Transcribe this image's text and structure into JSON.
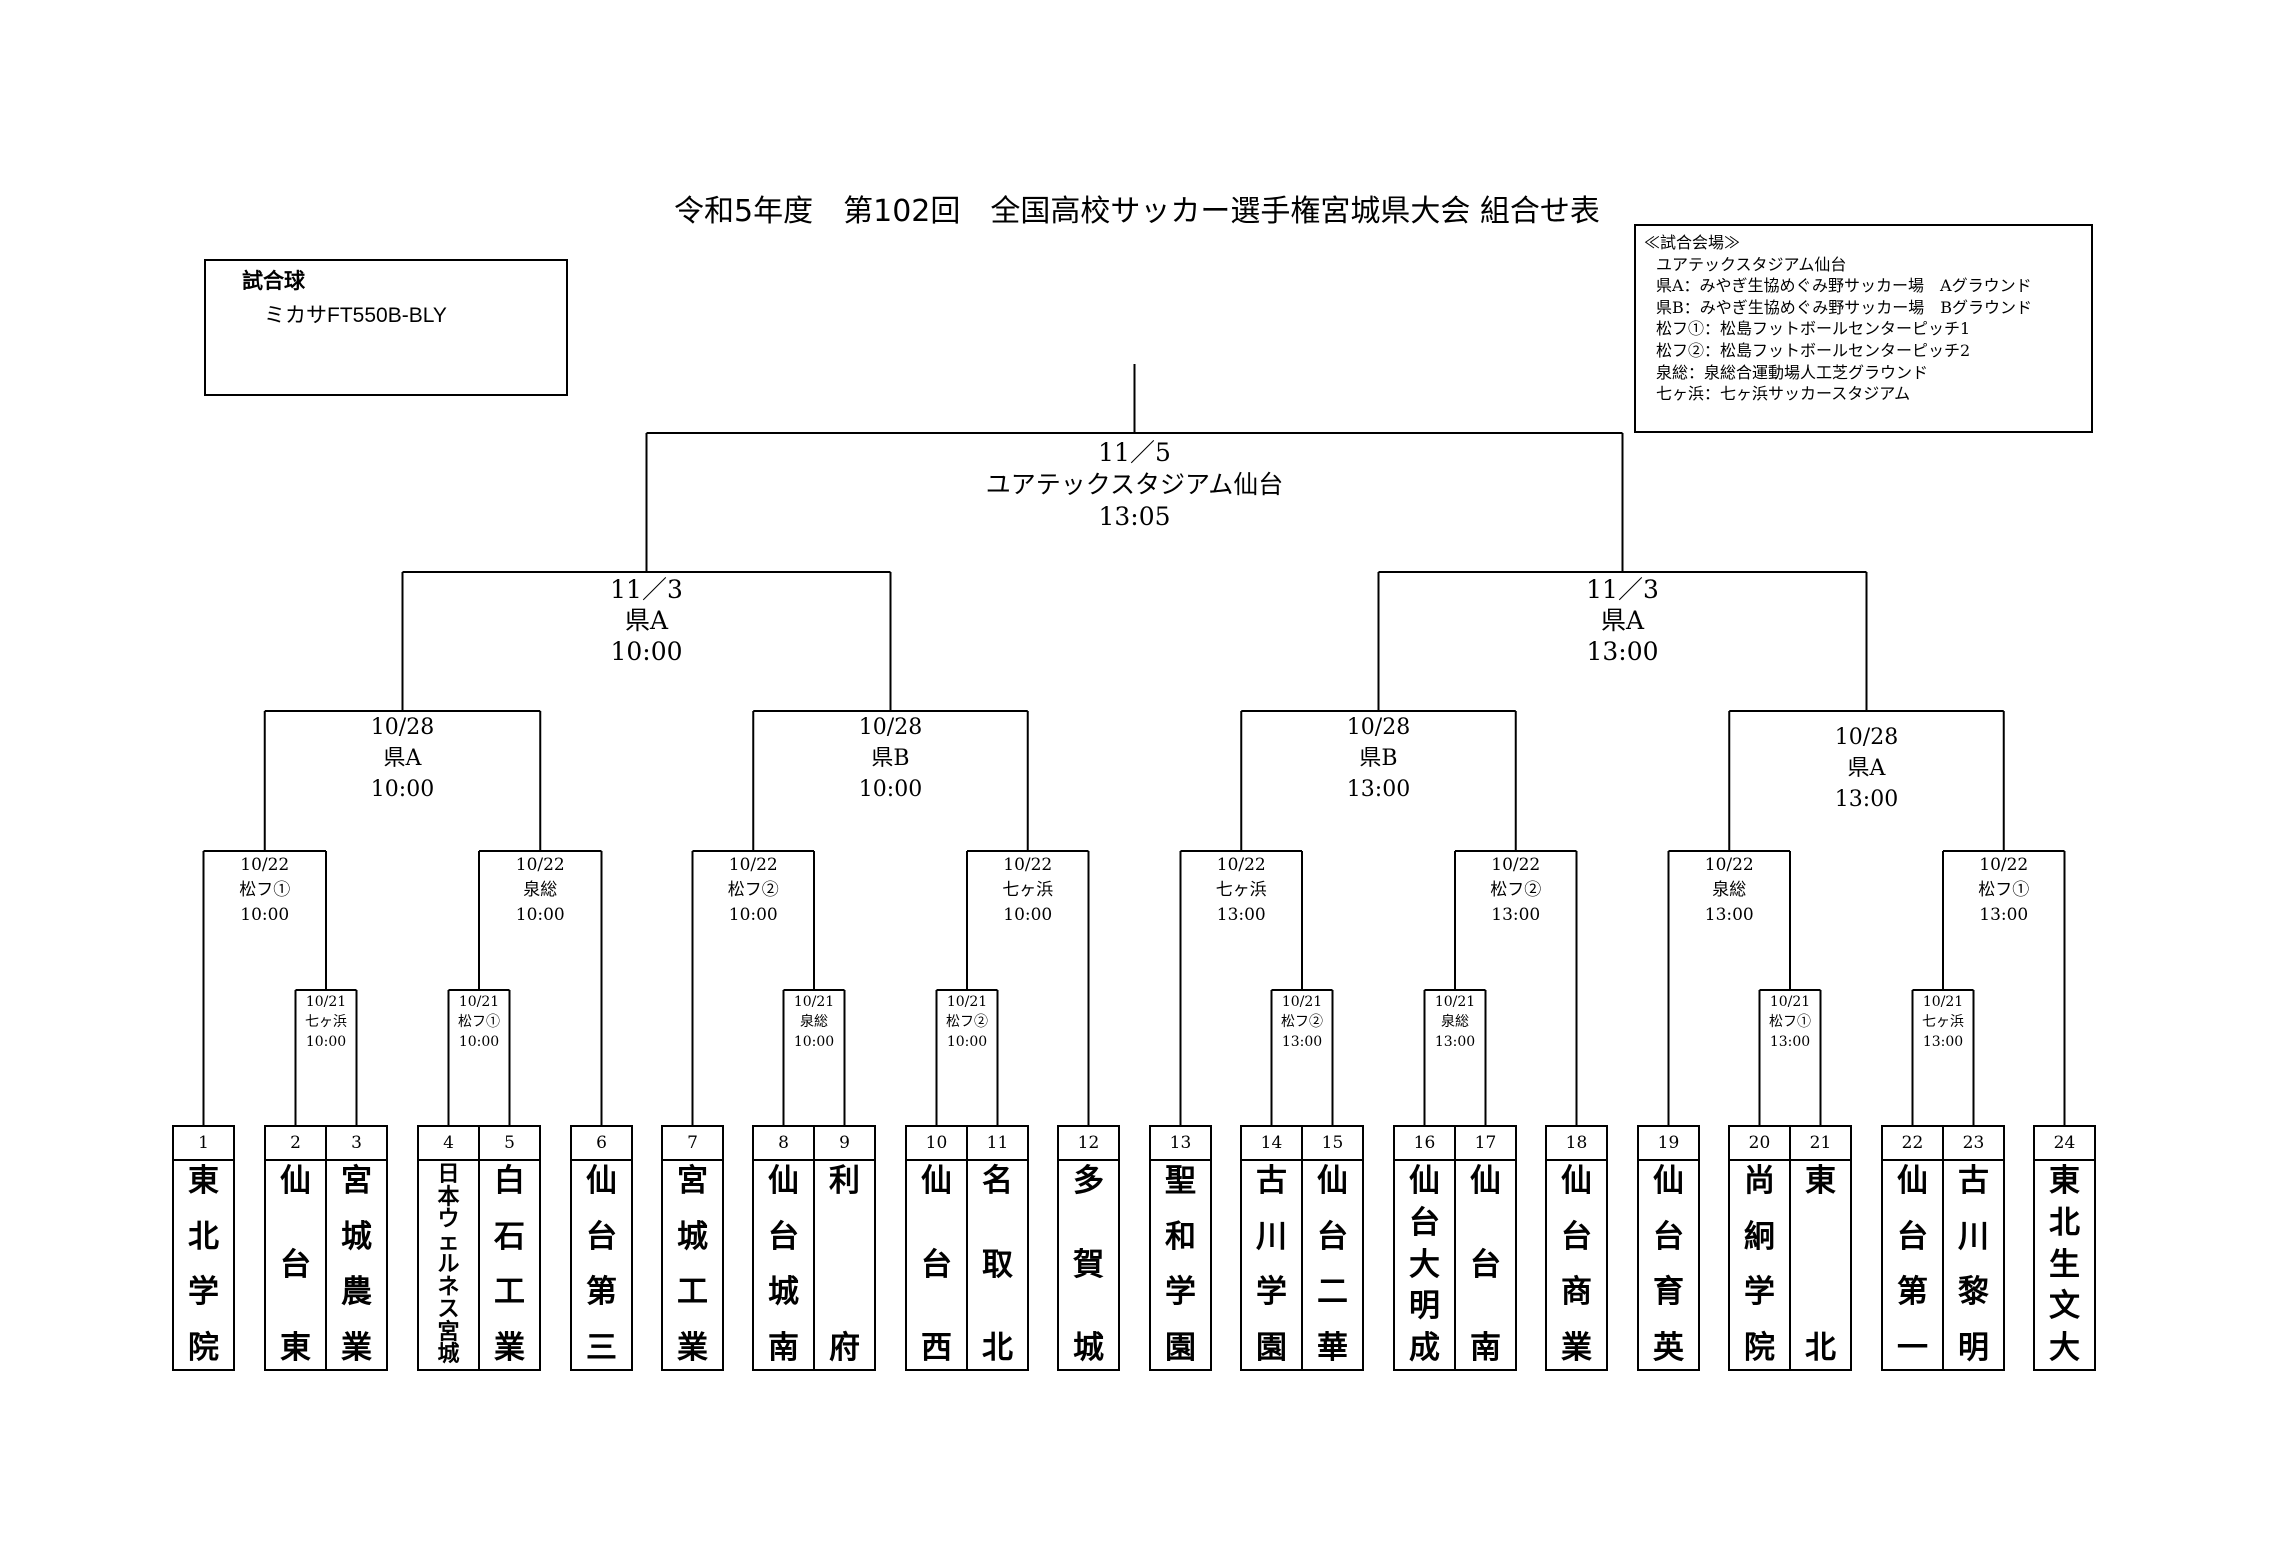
{
  "title": "令和5年度　第102回　全国高校サッカー選手権宮城県大会 組合せ表",
  "match_ball": {
    "heading": "試合球",
    "value": "ミカサFT550B-BLY"
  },
  "venues": {
    "heading": "≪試合会場≫",
    "items": [
      "ユアテックスタジアム仙台",
      "県A：みやぎ生協めぐみ野サッカー場　Aグラウンド",
      "県B：みやぎ生協めぐみ野サッカー場　Bグラウンド",
      "松フ①：松島フットボールセンターピッチ1",
      "松フ②：松島フットボールセンターピッチ2",
      "泉総：泉総合運動場人工芝グラウンド",
      "七ヶ浜：七ヶ浜サッカースタジアム"
    ]
  },
  "final": {
    "date": "11／5",
    "venue": "ユアテックスタジアム仙台",
    "time": "13:05"
  },
  "semifinals": [
    {
      "date": "11／3",
      "venue": "県A",
      "time": "10:00"
    },
    {
      "date": "11／3",
      "venue": "県A",
      "time": "13:00"
    }
  ],
  "quarterfinals": [
    {
      "date": "10/28",
      "venue": "県A",
      "time": "10:00"
    },
    {
      "date": "10/28",
      "venue": "県B",
      "time": "10:00"
    },
    {
      "date": "10/28",
      "venue": "県B",
      "time": "13:00"
    },
    {
      "date": "10/28",
      "venue": "県A",
      "time": "13:00"
    }
  ],
  "round2": [
    {
      "date": "10/22",
      "venue": "松フ①",
      "time": "10:00"
    },
    {
      "date": "10/22",
      "venue": "泉総",
      "time": "10:00"
    },
    {
      "date": "10/22",
      "venue": "松フ②",
      "time": "10:00"
    },
    {
      "date": "10/22",
      "venue": "七ヶ浜",
      "time": "10:00"
    },
    {
      "date": "10/22",
      "venue": "七ヶ浜",
      "time": "13:00"
    },
    {
      "date": "10/22",
      "venue": "松フ②",
      "time": "13:00"
    },
    {
      "date": "10/22",
      "venue": "泉総",
      "time": "13:00"
    },
    {
      "date": "10/22",
      "venue": "松フ①",
      "time": "13:00"
    }
  ],
  "round1": [
    {
      "date": "10/21",
      "venue": "七ヶ浜",
      "time": "10:00"
    },
    {
      "date": "10/21",
      "venue": "松フ①",
      "time": "10:00"
    },
    {
      "date": "10/21",
      "venue": "泉総",
      "time": "10:00"
    },
    {
      "date": "10/21",
      "venue": "松フ②",
      "time": "10:00"
    },
    {
      "date": "10/21",
      "venue": "松フ②",
      "time": "13:00"
    },
    {
      "date": "10/21",
      "venue": "泉総",
      "time": "13:00"
    },
    {
      "date": "10/21",
      "venue": "松フ①",
      "time": "13:00"
    },
    {
      "date": "10/21",
      "venue": "七ヶ浜",
      "time": "13:00"
    }
  ],
  "teams": [
    {
      "no": "1",
      "name": "東北学院"
    },
    {
      "no": "2",
      "name": "仙台東"
    },
    {
      "no": "3",
      "name": "宮城農業"
    },
    {
      "no": "4",
      "name": "日本ウェルネス宮城"
    },
    {
      "no": "5",
      "name": "白石工業"
    },
    {
      "no": "6",
      "name": "仙台第三"
    },
    {
      "no": "7",
      "name": "宮城工業"
    },
    {
      "no": "8",
      "name": "仙台城南"
    },
    {
      "no": "9",
      "name": "利府"
    },
    {
      "no": "10",
      "name": "仙台西"
    },
    {
      "no": "11",
      "name": "名取北"
    },
    {
      "no": "12",
      "name": "多賀城"
    },
    {
      "no": "13",
      "name": "聖和学園"
    },
    {
      "no": "14",
      "name": "古川学園"
    },
    {
      "no": "15",
      "name": "仙台二華"
    },
    {
      "no": "16",
      "name": "仙台大明成"
    },
    {
      "no": "17",
      "name": "仙台南"
    },
    {
      "no": "18",
      "name": "仙台商業"
    },
    {
      "no": "19",
      "name": "仙台育英"
    },
    {
      "no": "20",
      "name": "尚絅学院"
    },
    {
      "no": "21",
      "name": "東北"
    },
    {
      "no": "22",
      "name": "仙台第一"
    },
    {
      "no": "23",
      "name": "古川黎明"
    },
    {
      "no": "24",
      "name": "東北生文大"
    }
  ]
}
